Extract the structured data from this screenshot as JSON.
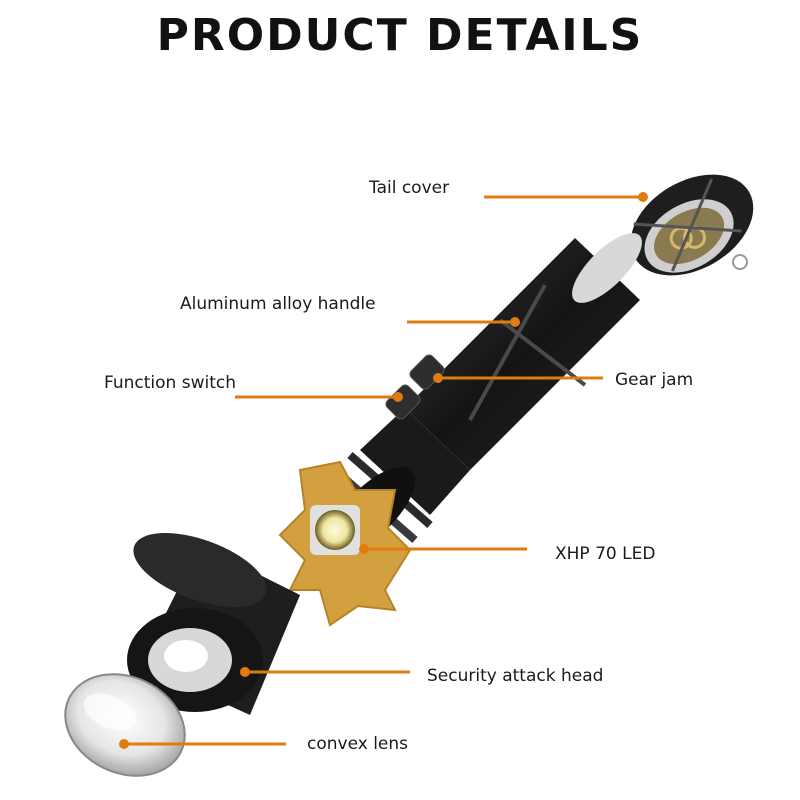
{
  "title": "PRODUCT DETAILS",
  "labels": {
    "tail_cover": "Tail cover",
    "handle": "Aluminum alloy handle",
    "function_switch": "Function switch",
    "gear_jam": "Gear jam",
    "led": "XHP 70 LED",
    "head": "Security attack head",
    "lens": "convex lens"
  },
  "colors": {
    "accent": "#e07b10",
    "body": "#1c1c1c",
    "led_board": "#d3a040"
  }
}
